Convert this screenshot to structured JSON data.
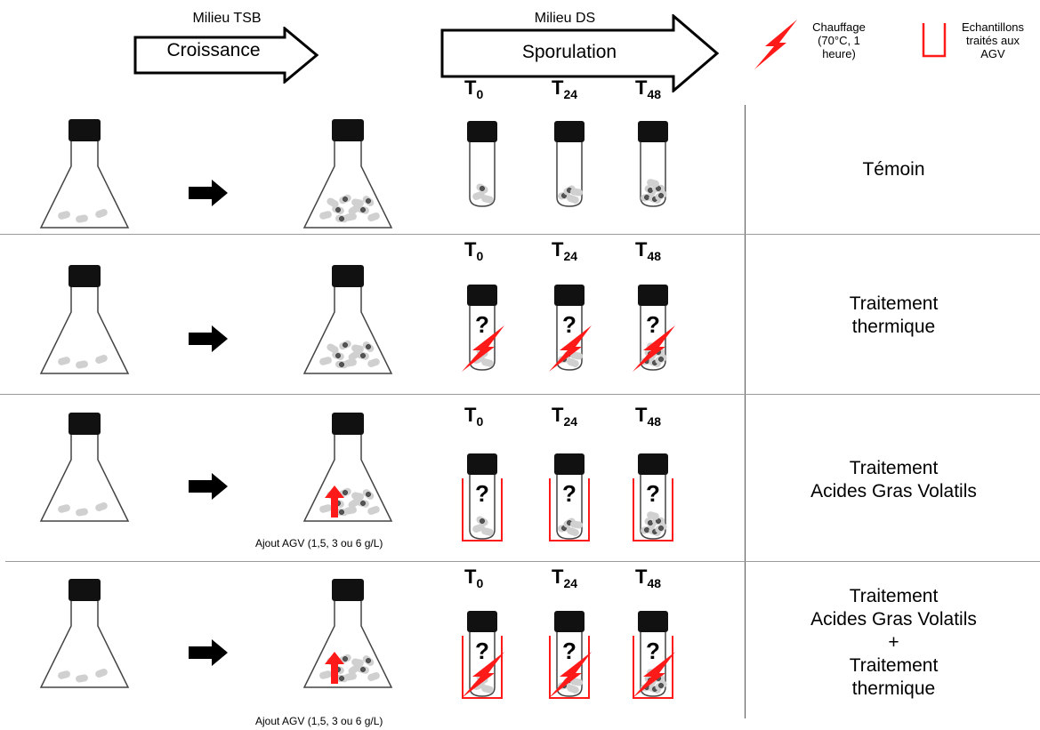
{
  "header": {
    "tsb_label": "Milieu TSB",
    "growth_label": "Croissance",
    "ds_label": "Milieu DS",
    "sporulation_label": "Sporulation"
  },
  "legend": {
    "heating_line1": "Chauffage",
    "heating_line2": "(70°C, 1",
    "heating_line3": "heure)",
    "agv_line1": "Echantillons",
    "agv_line2": "traités aux",
    "agv_line3": "AGV"
  },
  "time_labels": [
    {
      "t": "T",
      "sub": "0"
    },
    {
      "t": "T",
      "sub": "24"
    },
    {
      "t": "T",
      "sub": "48"
    }
  ],
  "rows": [
    {
      "lines": [
        "Témoin"
      ],
      "caption": "",
      "heat": false,
      "agv": false
    },
    {
      "lines": [
        "Traitement",
        "thermique"
      ],
      "caption": "",
      "heat": true,
      "agv": false
    },
    {
      "lines": [
        "Traitement",
        "Acides Gras Volatils"
      ],
      "caption": "Ajout AGV (1,5, 3 ou 6 g/L)",
      "heat": false,
      "agv": true
    },
    {
      "lines": [
        "Traitement",
        "Acides Gras Volatils",
        "+",
        "Traitement",
        "thermique"
      ],
      "caption": "Ajout AGV (1,5, 3 ou 6 g/L)",
      "heat": true,
      "agv": true
    }
  ],
  "question_mark": "?",
  "colors": {
    "accent_red": "#ff1a1a",
    "cap_black": "#111111",
    "spore_gray": "#d0d0d0"
  }
}
